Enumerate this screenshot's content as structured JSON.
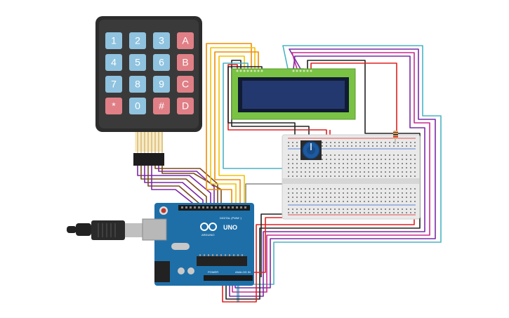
{
  "keypad": {
    "rows": [
      [
        "1",
        "2",
        "3",
        "A"
      ],
      [
        "4",
        "5",
        "6",
        "B"
      ],
      [
        "7",
        "8",
        "9",
        "C"
      ],
      [
        "*",
        "0",
        "#",
        "D"
      ]
    ]
  },
  "arduino": {
    "model_label": "UNO",
    "brand_label": "ARDUINO",
    "digital_label": "DIGITAL (PWM~)",
    "power_label": "POWER",
    "analog_label": "ANALOG IN"
  },
  "colors": {
    "key_blue": "#8fc3e0",
    "key_red": "#e07f86",
    "board_blue": "#1e6fa8",
    "lcd_green": "#79c244",
    "lcd_screen": "#1a2b63",
    "breadboard": "#e9e9e9",
    "wire_red": "#e02020",
    "wire_black": "#222222",
    "wire_orange": "#f08c00",
    "wire_yellow": "#f2c200",
    "wire_purple": "#7a2aa6",
    "wire_magenta": "#c62a8f",
    "wire_cyan": "#4ab4c4",
    "wire_brown": "#7a4a1e",
    "wire_gray": "#888888"
  }
}
